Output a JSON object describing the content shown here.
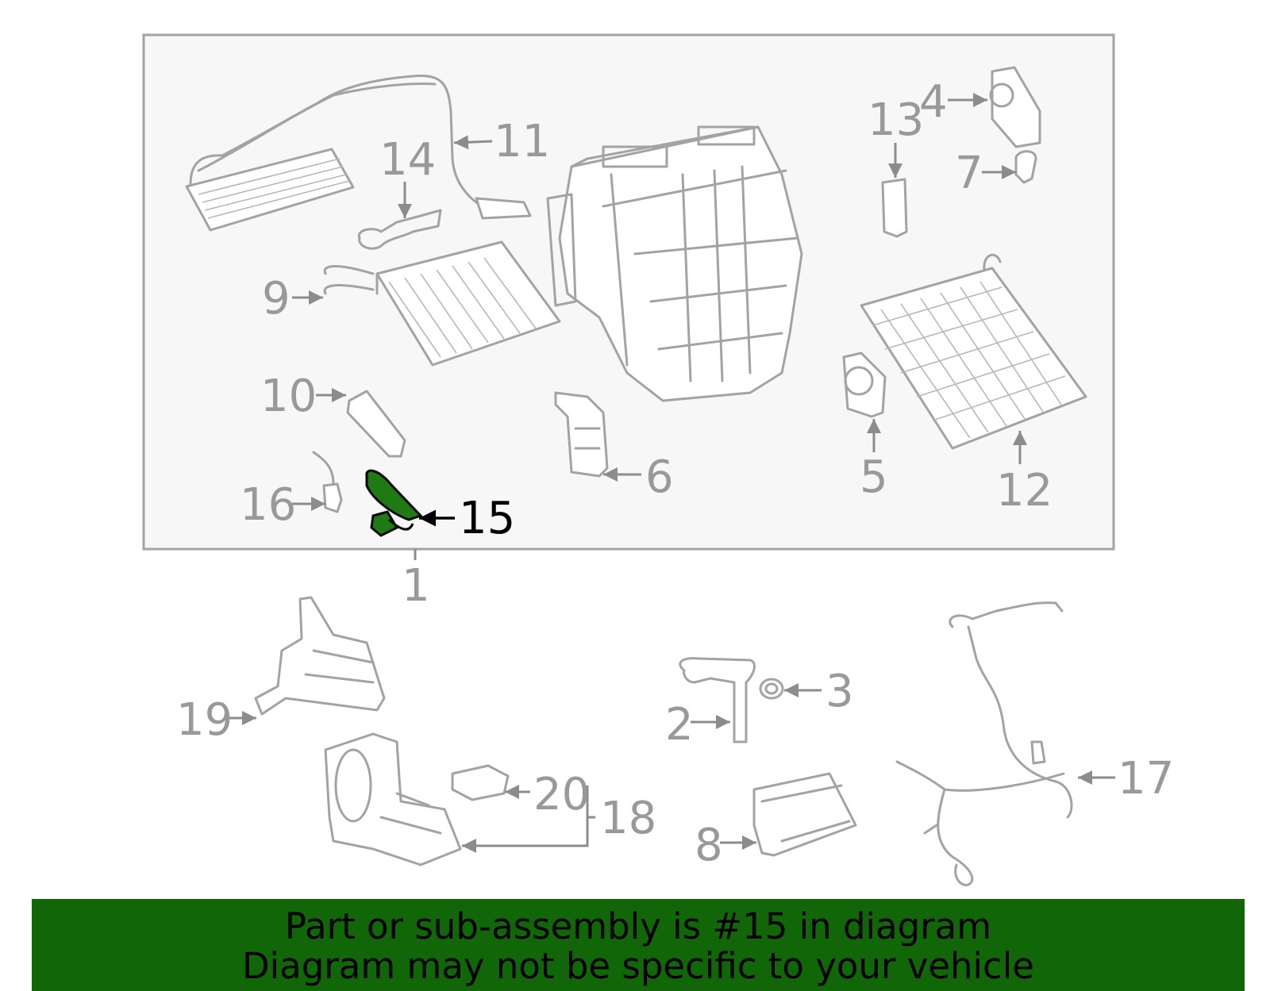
{
  "diagram": {
    "callouts": [
      {
        "number": "1"
      },
      {
        "number": "2"
      },
      {
        "number": "3"
      },
      {
        "number": "4"
      },
      {
        "number": "5"
      },
      {
        "number": "6"
      },
      {
        "number": "7"
      },
      {
        "number": "8"
      },
      {
        "number": "9"
      },
      {
        "number": "10"
      },
      {
        "number": "11"
      },
      {
        "number": "12"
      },
      {
        "number": "13"
      },
      {
        "number": "14"
      },
      {
        "number": "15"
      },
      {
        "number": "16"
      },
      {
        "number": "17"
      },
      {
        "number": "18"
      },
      {
        "number": "19"
      },
      {
        "number": "20"
      }
    ],
    "highlighted_part": "15",
    "colors": {
      "highlight": "#1f7a14",
      "banner": "#116608",
      "line_art": "#a3a3a3",
      "panel_bg": "#f7f7f7"
    }
  },
  "banner": {
    "line1": "Part or sub-assembly is #15 in diagram",
    "line2": "Diagram may not be specific to your vehicle"
  }
}
